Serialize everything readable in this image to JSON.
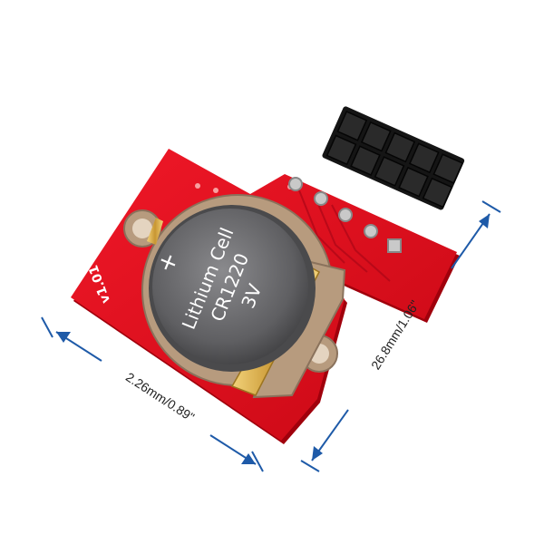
{
  "product": {
    "board_label": "v1.01",
    "battery": {
      "plus_sign": "+",
      "line1": "Lithium Cell",
      "line2": "CR1220",
      "line3": "3V"
    },
    "header_pins": {
      "rows": 2,
      "columns": 5
    }
  },
  "dimensions": {
    "width_label": "2.26mm/0.89\"",
    "height_label": "26.8mm/1.06\""
  },
  "colors": {
    "background": "#ffffff",
    "pcb": "#e01020",
    "pcb_dark": "#a0000c",
    "holder": "#b79b7e",
    "battery": "#6f6f72",
    "header": "#151515",
    "gold": "#d4a843",
    "dimension_line": "#1e5aa8"
  }
}
